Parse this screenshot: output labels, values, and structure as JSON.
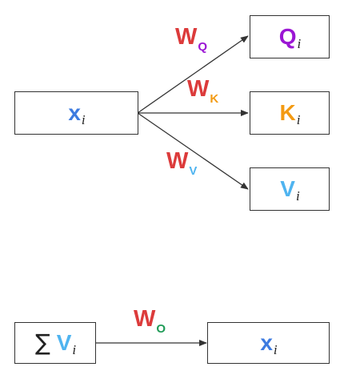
{
  "colors": {
    "x": "#3d7be0",
    "q": "#9b16d4",
    "k": "#f39a12",
    "v": "#4fb4f0",
    "w": "#dc3b3b",
    "o": "#1f9b57",
    "border": "#333333"
  },
  "nodes": {
    "input": {
      "symbol": "x",
      "subscript": "i"
    },
    "query": {
      "symbol": "Q",
      "subscript": "i"
    },
    "key": {
      "symbol": "K",
      "subscript": "i"
    },
    "value": {
      "symbol": "V",
      "subscript": "i"
    },
    "sum": {
      "operator": "∑",
      "symbol": "V",
      "subscript": "i"
    },
    "output": {
      "symbol": "x",
      "subscript": "i"
    }
  },
  "weights": {
    "wq": {
      "letter": "W",
      "subscript": "Q"
    },
    "wk": {
      "letter": "W",
      "subscript": "K"
    },
    "wv": {
      "letter": "W",
      "subscript": "V"
    },
    "wo": {
      "letter": "W",
      "subscript": "O"
    }
  }
}
